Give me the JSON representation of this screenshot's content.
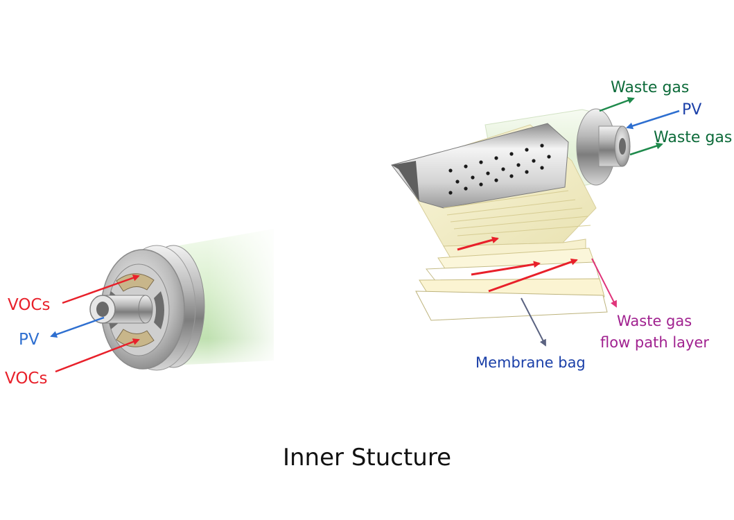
{
  "colors": {
    "voc_red": "#e8202a",
    "pv_blue": "#2e6fd0",
    "waste_green": "#1f8a4c",
    "waste_text_green": "#0d6b3a",
    "magenta": "#a0218f",
    "pink_arrow": "#e0357a",
    "navy": "#1a3fa8",
    "gray_arrow": "#5a6280"
  },
  "labels": {
    "voc_top": "VOCs",
    "pv_left": "PV",
    "voc_bottom": "VOCs",
    "waste_gas_top": "Waste gas",
    "pv_right": "PV",
    "waste_gas_right": "Waste gas",
    "waste_gas_layer_1": "Waste gas",
    "waste_gas_layer_2": "flow path layer",
    "membrane_bag": "Membrane bag"
  },
  "caption": "Inner Stucture"
}
